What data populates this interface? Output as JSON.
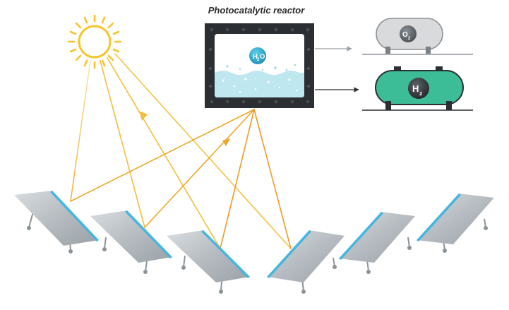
{
  "diagram": {
    "title": "Photocatalytic reactor",
    "molecules": {
      "water": {
        "base": "H",
        "sub": "2",
        "rest": "O"
      },
      "oxygen": {
        "base": "O",
        "sub": "2"
      },
      "hydrogen": {
        "base": "H",
        "sub": "2"
      }
    },
    "colors": {
      "sun": "#f7c52a",
      "ray_light": "#f6c94a",
      "ray_dark": "#ee9c25",
      "reactor_frame": "#2b2f33",
      "water": "#bfe7ef",
      "tank_oxygen": "#d9dadb",
      "tank_hydrogen": "#3cbd98",
      "panel": "#bcc1c6",
      "panel_edge": "#44b7e1"
    }
  }
}
